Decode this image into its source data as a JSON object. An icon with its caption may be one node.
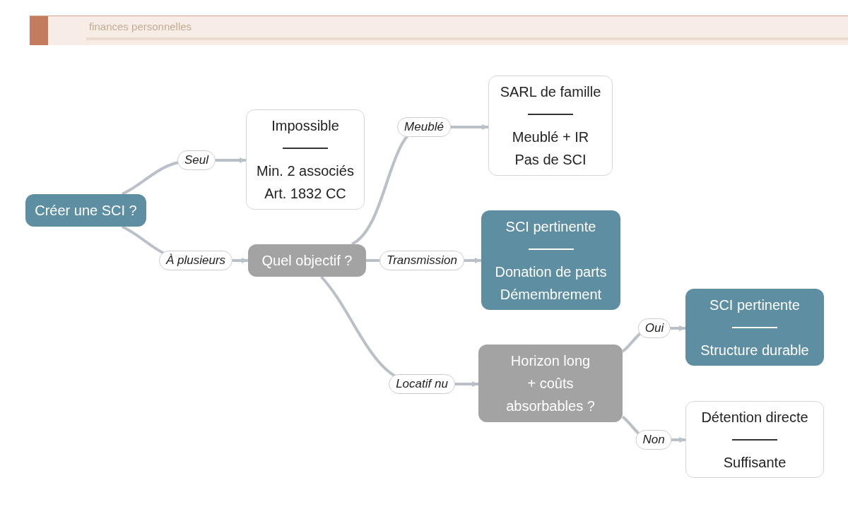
{
  "diagram": {
    "nodes": [
      {
        "text": [
          "Créer une SCI ?"
        ]
      },
      {
        "text": [
          "Impossible",
          "Min. 2 associés",
          "Art. 1832 CC"
        ]
      },
      {
        "text": [
          "Quel objectif ?"
        ]
      },
      {
        "text": [
          "SARL de famille",
          "Meublé + IR",
          "Pas de SCI"
        ]
      },
      {
        "text": [
          "SCI pertinente",
          "Donation de parts",
          "Démembrement"
        ]
      },
      {
        "text": [
          "Horizon long + coûts absorbables ?"
        ]
      },
      {
        "text": [
          "SCI pertinente",
          "Structure durable"
        ]
      },
      {
        "text": [
          "Détention directe",
          "Suffisante"
        ]
      }
    ],
    "edges": [
      {
        "from": 0,
        "to": 1,
        "label": "Seul",
        "arrow": "to"
      },
      {
        "from": 0,
        "to": 2,
        "label": "À plusieurs",
        "arrow": "to"
      },
      {
        "from": 2,
        "to": 3,
        "label": "Meublé",
        "arrow": "to"
      },
      {
        "from": 2,
        "to": 4,
        "label": "Transmission",
        "arrow": "to"
      },
      {
        "from": 2,
        "to": 5,
        "label": "Locatif nu",
        "arrow": "to"
      },
      {
        "from": 5,
        "to": 6,
        "label": "Oui",
        "arrow": "to"
      },
      {
        "from": 5,
        "to": 7,
        "label": "Non",
        "arrow": "to"
      }
    ],
    "labels": [
      "finances personnelles"
    ]
  }
}
